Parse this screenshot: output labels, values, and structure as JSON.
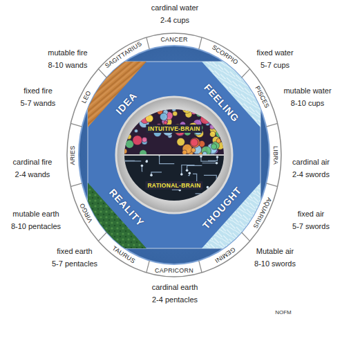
{
  "diagram": {
    "nodes": [
      {
        "text": [
          "IDEA"
        ]
      },
      {
        "text": [
          "FEELING"
        ]
      },
      {
        "text": [
          "INTUITIVE-BRAIN",
          "RATIONAL-BRAIN"
        ]
      },
      {
        "text": [
          "REALITY"
        ]
      },
      {
        "text": [
          "THOUGHT"
        ]
      }
    ],
    "labels": [
      "cardinal water",
      "2-4 cups",
      "mutable fire",
      "8-10 wands",
      "CANCER",
      "fixed water",
      "5-7 cups",
      "SAGITTARIUS",
      "SCORPIO",
      "fixed fire",
      "5-7 wands",
      "LEO",
      "PISCES",
      "mutable water",
      "8-10 cups",
      "cardinal fire",
      "2-4 wands",
      "ARIES",
      "LIBRA",
      "cardinal air",
      "2-4 swords",
      "VIRGO",
      "AQUARIUS",
      "mutable earth",
      "8-10 pentacles",
      "fixed air",
      "5-7 swords",
      "TAURUS",
      "GEMINI",
      "fixed earth",
      "5-7 pentacles",
      "Mutable air",
      "8-10 swords",
      "CAPRICORN",
      "cardinal earth",
      "2-4 pentacles",
      "NOFM"
    ]
  }
}
